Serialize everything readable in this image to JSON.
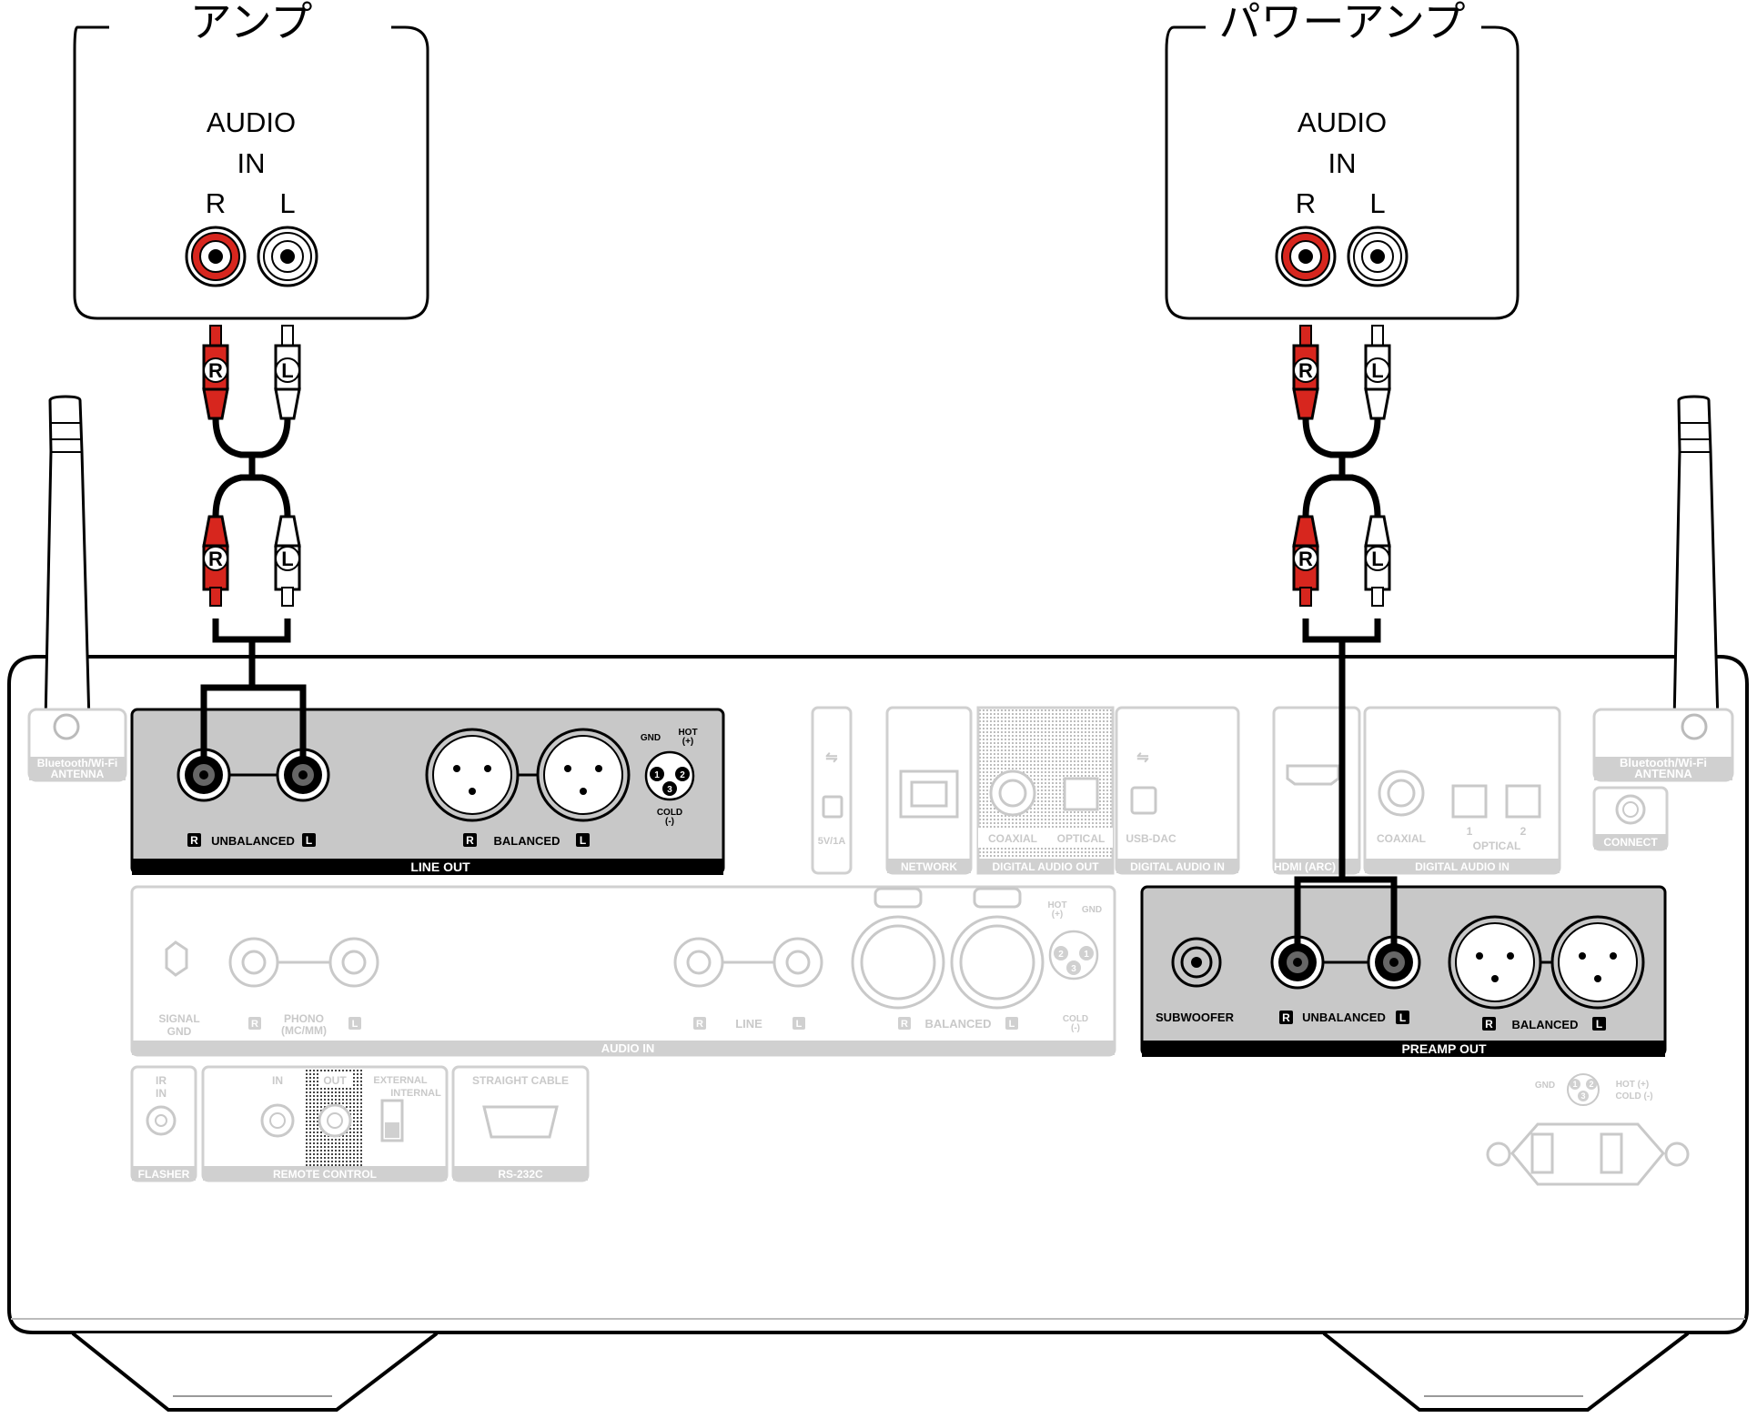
{
  "amp": {
    "title": "アンプ",
    "audio": "AUDIO",
    "in": "IN",
    "r": "R",
    "l": "L"
  },
  "power_amp": {
    "title": "パワーアンプ",
    "audio": "AUDIO",
    "in": "IN",
    "r": "R",
    "l": "L"
  },
  "cable": {
    "plug_r": "R",
    "plug_l": "L"
  },
  "antenna": {
    "left_line1": "Bluetooth/Wi-Fi",
    "left_line2": "ANTENNA",
    "right_line1": "Bluetooth/Wi-Fi",
    "right_line2": "ANTENNA"
  },
  "line_out": {
    "tag_r": "R",
    "tag_l": "L",
    "unbalanced": "UNBALANCED",
    "balanced": "BALANCED",
    "panel": "LINE OUT",
    "gnd": "GND",
    "hot": "HOT",
    "hot_sign": "(+)",
    "cold": "COLD",
    "cold_sign": "(-)",
    "pin1": "1",
    "pin2": "2",
    "pin3": "3"
  },
  "top_panels": {
    "usb_power": "5V/1A",
    "network": "NETWORK",
    "coaxial": "COAXIAL",
    "optical": "OPTICAL",
    "usb_dac": "USB-DAC",
    "digital_out": "DIGITAL AUDIO OUT",
    "digital_in": "DIGITAL AUDIO IN",
    "hdmi": "HDMI (ARC)",
    "coaxial2": "COAXIAL",
    "opt1": "1",
    "opt2": "2",
    "optical2": "OPTICAL",
    "digital_in2": "DIGITAL AUDIO IN",
    "connect": "CONNECT"
  },
  "audio_in": {
    "signal": "SIGNAL",
    "gnd": "GND",
    "tag_r": "R",
    "tag_l": "L",
    "phono": "PHONO",
    "phono_sub": "(MC/MM)",
    "line": "LINE",
    "balanced": "BALANCED",
    "panel": "AUDIO IN",
    "hot": "HOT",
    "hot_sign": "(+)",
    "gnd2": "GND",
    "cold": "COLD",
    "cold_sign": "(-)",
    "pin1": "1",
    "pin2": "2",
    "pin3": "3"
  },
  "preamp_out": {
    "subwoofer": "SUBWOOFER",
    "tag_r": "R",
    "tag_l": "L",
    "unbalanced": "UNBALANCED",
    "balanced": "BALANCED",
    "panel": "PREAMP OUT"
  },
  "bottom_panels": {
    "ir": "IR",
    "ir_in": "IN",
    "flasher": "FLASHER",
    "in": "IN",
    "out": "OUT",
    "external": "EXTERNAL",
    "internal": "INTERNAL",
    "remote": "REMOTE CONTROL",
    "straight": "STRAIGHT CABLE",
    "rs232": "RS-232C"
  },
  "power": {
    "gnd": "GND",
    "hot": "HOT (+)",
    "cold": "COLD (-)",
    "pin1": "1",
    "pin2": "2",
    "pin3": "3"
  },
  "colors": {
    "red": "#d7261e",
    "panel_active": "#c8c8c8",
    "inactive": "#d0d0d0",
    "black": "#000000"
  }
}
